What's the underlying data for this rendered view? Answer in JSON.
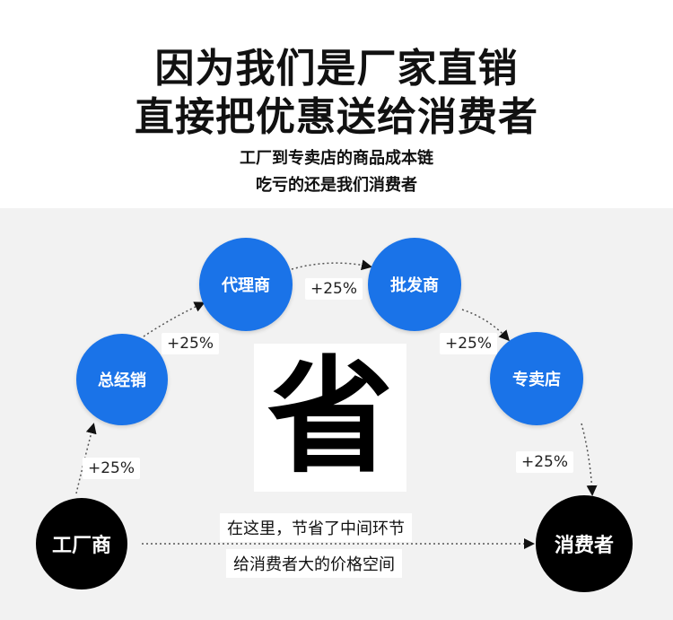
{
  "headline": {
    "line1": "因为我们是厂家直销",
    "line2": "直接把优惠送给消费者"
  },
  "subheadline": {
    "line1": "工厂到专卖店的商品成本链",
    "line2": "吃亏的还是我们消费者"
  },
  "nodes": {
    "factory": "工厂商",
    "distributor": "总经销",
    "agent": "代理商",
    "wholesaler": "批发商",
    "store": "专卖店",
    "consumer": "消费者"
  },
  "markups": {
    "factory_to_distributor": "+25%",
    "distributor_to_agent": "+25%",
    "agent_to_wholesaler": "+25%",
    "wholesaler_to_store": "+25%",
    "store_to_consumer": "+25%"
  },
  "big_char": "省",
  "saving_note": {
    "line1": "在这里，节省了中间环节",
    "line2": "给消费者大的价格空间"
  },
  "colors": {
    "node_blue": "#1a73e8",
    "node_black": "#000000",
    "background_gray": "#f2f2f2"
  }
}
